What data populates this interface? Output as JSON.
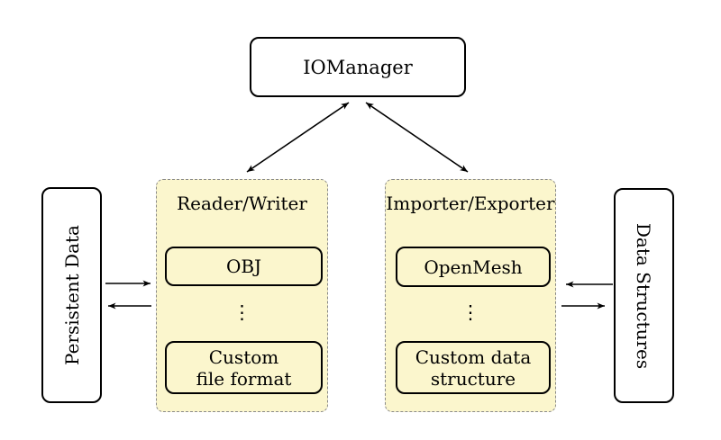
{
  "colors": {
    "background": "#ffffff",
    "group_fill": "#fbf6cd",
    "group_border": "#8a8a8a",
    "node_fill": "#ffffff",
    "line": "#000000",
    "text": "#000000"
  },
  "nodes": {
    "io_manager": {
      "label": "IOManager"
    },
    "persistent_data": {
      "label": "Persistent Data"
    },
    "data_structures": {
      "label": "Data Structures"
    },
    "reader_writer": {
      "title": "Reader/Writer",
      "ellipsis": "⋮",
      "items": [
        {
          "lines": [
            "OBJ"
          ]
        },
        {
          "lines": [
            "Custom",
            "file format"
          ]
        }
      ]
    },
    "importer_exporter": {
      "title": "Importer/Exporter",
      "ellipsis": "⋮",
      "items": [
        {
          "lines": [
            "OpenMesh"
          ]
        },
        {
          "lines": [
            "Custom data",
            "structure"
          ]
        }
      ]
    }
  }
}
